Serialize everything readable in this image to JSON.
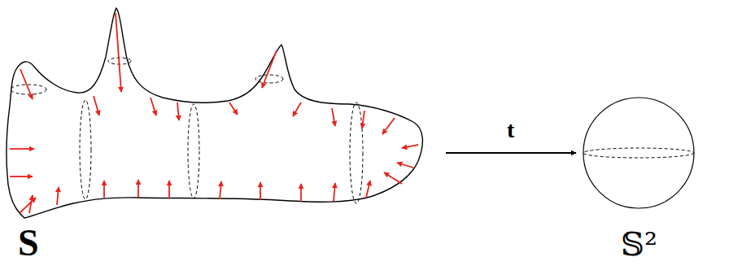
{
  "diagram": {
    "nodes": [
      {
        "text": [
          "S"
        ]
      },
      {
        "text": [
          "𝕊²"
        ]
      }
    ],
    "edges": [
      {
        "from": 0,
        "to": 1,
        "arrow": "to",
        "label": "t"
      }
    ]
  }
}
